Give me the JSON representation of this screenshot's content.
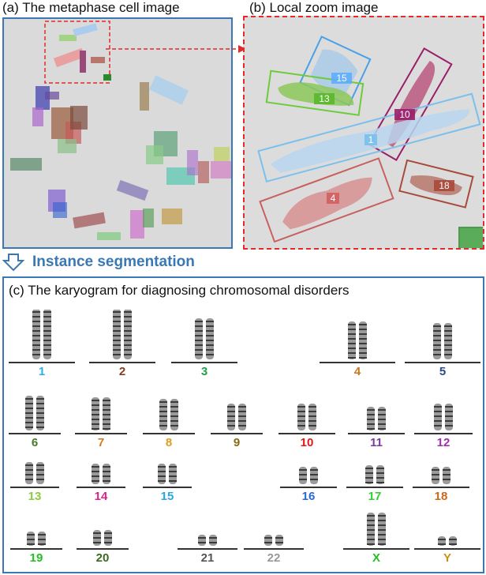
{
  "panel_a": {
    "title": "(a) The metaphase cell image"
  },
  "panel_b": {
    "title": "(b) Local zoom image",
    "labels": {
      "c1": "1",
      "c4": "4",
      "c10": "10",
      "c13": "13",
      "c15": "15",
      "c18": "18"
    }
  },
  "arrow": {
    "label": "Instance segmentation"
  },
  "panel_c": {
    "title": "(c) The karyogram for diagnosing chromosomal disorders",
    "rows": [
      [
        {
          "n": "1",
          "color": "#2ab0e8"
        },
        {
          "n": "2",
          "color": "#8b3a1a"
        },
        {
          "n": "3",
          "color": "#1ea04a"
        },
        {
          "n": "4",
          "color": "#c8741a"
        },
        {
          "n": "5",
          "color": "#2c4a8a"
        }
      ],
      [
        {
          "n": "6",
          "color": "#4a7a28"
        },
        {
          "n": "7",
          "color": "#d27a1e"
        },
        {
          "n": "8",
          "color": "#d6a020"
        },
        {
          "n": "9",
          "color": "#8a6a10"
        },
        {
          "n": "10",
          "color": "#e01818"
        },
        {
          "n": "11",
          "color": "#7a3aa0"
        },
        {
          "n": "12",
          "color": "#a030b0"
        }
      ],
      [
        {
          "n": "13",
          "color": "#8ccc40"
        },
        {
          "n": "14",
          "color": "#e0208a"
        },
        {
          "n": "15",
          "color": "#28a8e0"
        },
        {
          "n": "16",
          "color": "#2a6ad8"
        },
        {
          "n": "17",
          "color": "#30d030"
        },
        {
          "n": "18",
          "color": "#c86a1a"
        }
      ],
      [
        {
          "n": "19",
          "color": "#22c022"
        },
        {
          "n": "20",
          "color": "#3a6a20"
        },
        {
          "n": "21",
          "color": "#555555"
        },
        {
          "n": "22",
          "color": "#999999"
        },
        {
          "n": "X",
          "color": "#22c022"
        },
        {
          "n": "Y",
          "color": "#c8901a"
        }
      ]
    ]
  }
}
